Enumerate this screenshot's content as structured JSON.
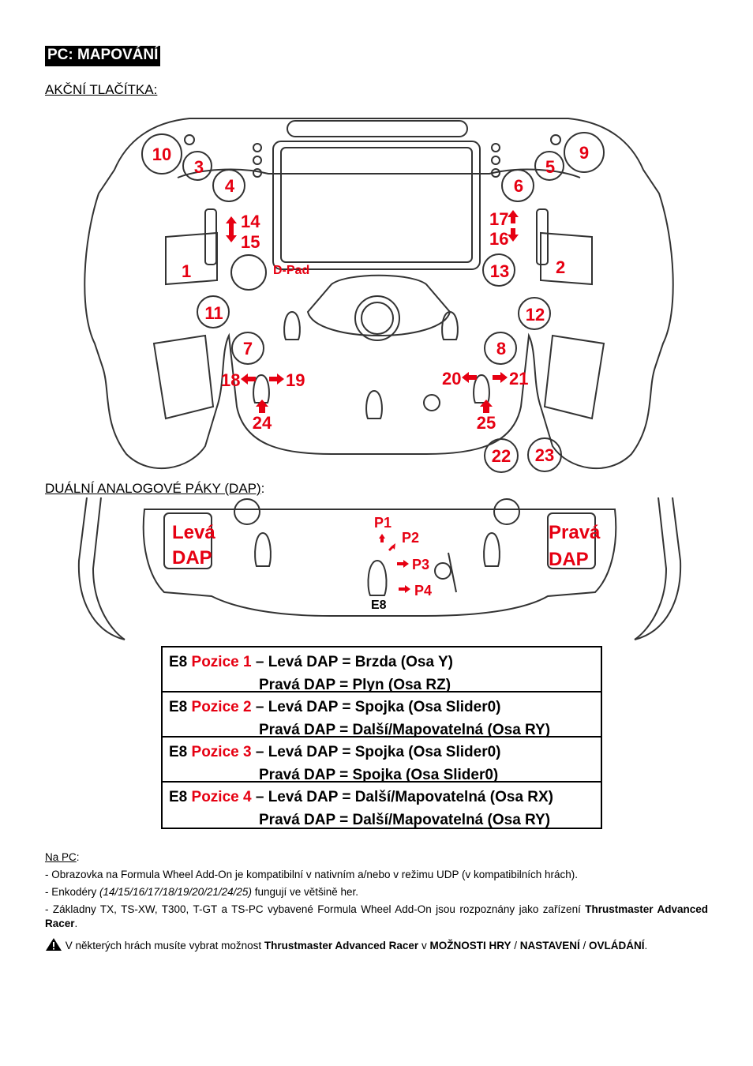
{
  "heading": "PC: MAPOVÁNÍ",
  "action_buttons_title": "AKČNÍ TLAČÍTKA:",
  "wheel_labels": {
    "b10": "10",
    "b3": "3",
    "b4": "4",
    "b9": "9",
    "b5": "5",
    "b6": "6",
    "b14": "14",
    "b15": "15",
    "b17": "17",
    "b16": "16",
    "b1": "1",
    "b2": "2",
    "dpad": "D-Pad",
    "b13": "13",
    "b11": "11",
    "b12": "12",
    "b7": "7",
    "b8": "8",
    "b18": "18",
    "b19": "19",
    "b20": "20",
    "b21": "21",
    "b24": "24",
    "b25": "25",
    "b22": "22",
    "b23": "23"
  },
  "dap_title": "DUÁLNÍ ANALOGOVÉ PÁKY (DAP)",
  "dap_colon": ":",
  "dap_labels": {
    "left_line1": "Levá",
    "left_line2": "DAP",
    "right_line1": "Pravá",
    "right_line2": "DAP",
    "p1": "P1",
    "p2": "P2",
    "p3": "P3",
    "p4": "P4",
    "e8": "E8"
  },
  "table": [
    {
      "prefix": "E8 ",
      "position": "Pozice 1",
      "left": " – Levá DAP = Brzda (Osa Y)",
      "right": "Pravá DAP = Plyn (Osa RZ)"
    },
    {
      "prefix": "E8 ",
      "position": "Pozice 2",
      "left": " – Levá DAP = Spojka (Osa Slider0)",
      "right": "Pravá DAP = Další/Mapovatelná (Osa RY)"
    },
    {
      "prefix": "E8 ",
      "position": "Pozice 3",
      "left": " – Levá DAP = Spojka (Osa Slider0)",
      "right": "Pravá DAP = Spojka (Osa Slider0)"
    },
    {
      "prefix": "E8 ",
      "position": "Pozice 4",
      "left": " – Levá DAP = Další/Mapovatelná (Osa RX)",
      "right": "Pravá DAP = Další/Mapovatelná (Osa RY)"
    }
  ],
  "notes": {
    "na_pc": "Na PC",
    "colon": ":",
    "line1": "- Obrazovka na Formula Wheel Add-On je kompatibilní v nativním a/nebo v režimu UDP (v kompatibilních hrách).",
    "line2_a": "- Enkodéry ",
    "line2_b": "(14/15/16/17/18/19/20/21/24/25)",
    "line2_c": " fungují ve většině her.",
    "line3_a": "- Základny TX, TS-XW, T300, T-GT a TS-PC vybavené Formula Wheel Add-On jsou rozpoznány jako zařízení ",
    "line3_b": "Thrustmaster Advanced Racer",
    "line3_c": ".",
    "warn_a": " V některých hrách musíte vybrat možnost ",
    "warn_b": "Thrustmaster Advanced Racer",
    "warn_c": " v ",
    "warn_d": "MOŽNOSTI HRY",
    "warn_e": " / ",
    "warn_f": "NASTAVENÍ",
    "warn_g": " / ",
    "warn_h": "OVLÁDÁNÍ",
    "warn_i": "."
  },
  "colors": {
    "red": "#e60012",
    "black": "#000000"
  }
}
